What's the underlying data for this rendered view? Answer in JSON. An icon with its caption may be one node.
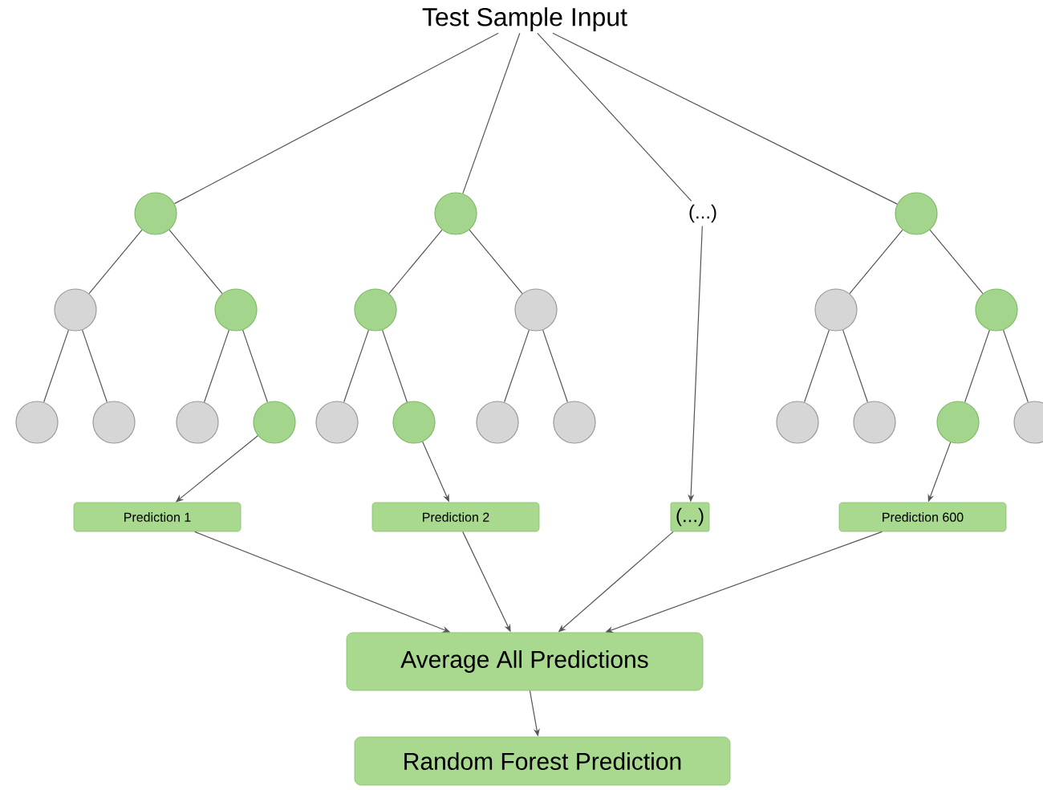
{
  "diagram": {
    "nodes": [
      {
        "text": [
          "Test Sample Input"
        ]
      },
      {
        "text": [],
        "shape": "circle"
      },
      {
        "text": [],
        "shape": "circle"
      },
      {
        "text": [],
        "shape": "circle"
      },
      {
        "text": [],
        "shape": "circle"
      },
      {
        "text": [],
        "shape": "circle"
      },
      {
        "text": [],
        "shape": "circle"
      },
      {
        "text": [],
        "shape": "circle"
      },
      {
        "text": [],
        "shape": "circle"
      },
      {
        "text": [],
        "shape": "circle"
      },
      {
        "text": [],
        "shape": "circle"
      },
      {
        "text": [],
        "shape": "circle"
      },
      {
        "text": [],
        "shape": "circle"
      },
      {
        "text": [],
        "shape": "circle"
      },
      {
        "text": [],
        "shape": "circle"
      },
      {
        "text": [
          "(...)"
        ]
      },
      {
        "text": [],
        "shape": "circle"
      },
      {
        "text": [],
        "shape": "circle"
      },
      {
        "text": [],
        "shape": "circle"
      },
      {
        "text": [],
        "shape": "circle"
      },
      {
        "text": [],
        "shape": "circle"
      },
      {
        "text": [],
        "shape": "circle"
      },
      {
        "text": [],
        "shape": "circle"
      },
      {
        "text": [
          "Prediction 1"
        ]
      },
      {
        "text": [
          "Prediction 2"
        ]
      },
      {
        "text": [
          "(...)"
        ]
      },
      {
        "text": [
          "Prediction 600"
        ]
      },
      {
        "text": [
          "Average All Predictions"
        ]
      },
      {
        "text": [
          "Random Forest Prediction"
        ]
      }
    ],
    "edges": [
      {
        "from": 0,
        "to": 1,
        "arrow": "none"
      },
      {
        "from": 0,
        "to": 8,
        "arrow": "none"
      },
      {
        "from": 0,
        "to": 15,
        "arrow": "none"
      },
      {
        "from": 0,
        "to": 16,
        "arrow": "none"
      },
      {
        "from": 1,
        "to": 2,
        "arrow": "none"
      },
      {
        "from": 1,
        "to": 3,
        "arrow": "none"
      },
      {
        "from": 2,
        "to": 4,
        "arrow": "none"
      },
      {
        "from": 2,
        "to": 5,
        "arrow": "none"
      },
      {
        "from": 3,
        "to": 6,
        "arrow": "none"
      },
      {
        "from": 3,
        "to": 7,
        "arrow": "none"
      },
      {
        "from": 8,
        "to": 9,
        "arrow": "none"
      },
      {
        "from": 8,
        "to": 10,
        "arrow": "none"
      },
      {
        "from": 9,
        "to": 11,
        "arrow": "none"
      },
      {
        "from": 9,
        "to": 12,
        "arrow": "none"
      },
      {
        "from": 10,
        "to": 13,
        "arrow": "none"
      },
      {
        "from": 10,
        "to": 14,
        "arrow": "none"
      },
      {
        "from": 16,
        "to": 17,
        "arrow": "none"
      },
      {
        "from": 16,
        "to": 18,
        "arrow": "none"
      },
      {
        "from": 17,
        "to": 19,
        "arrow": "none"
      },
      {
        "from": 17,
        "to": 20,
        "arrow": "none"
      },
      {
        "from": 18,
        "to": 21,
        "arrow": "none"
      },
      {
        "from": 18,
        "to": 22,
        "arrow": "none"
      },
      {
        "from": 7,
        "to": 23,
        "arrow": "to"
      },
      {
        "from": 12,
        "to": 24,
        "arrow": "to"
      },
      {
        "from": 15,
        "to": 25,
        "arrow": "to"
      },
      {
        "from": 21,
        "to": 26,
        "arrow": "to"
      },
      {
        "from": 23,
        "to": 27,
        "arrow": "to"
      },
      {
        "from": 24,
        "to": 27,
        "arrow": "to"
      },
      {
        "from": 25,
        "to": 27,
        "arrow": "to"
      },
      {
        "from": 26,
        "to": 27,
        "arrow": "to"
      },
      {
        "from": 27,
        "to": 28,
        "arrow": "to"
      }
    ]
  }
}
